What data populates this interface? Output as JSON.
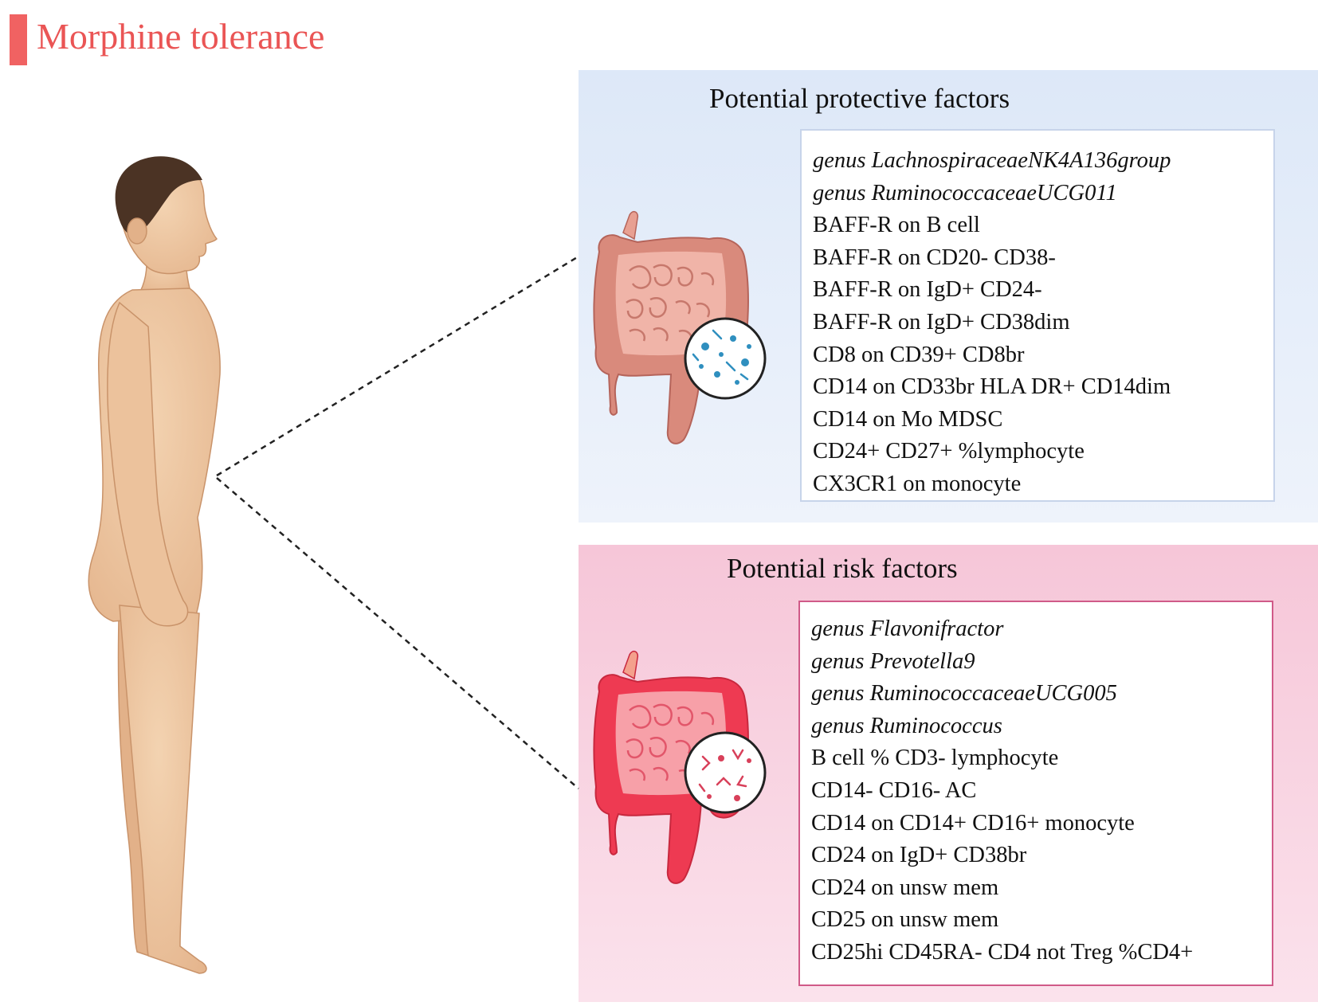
{
  "title": "Morphine tolerance",
  "protective": {
    "heading": "Potential protective factors",
    "items": [
      {
        "text": "genus LachnospiraceaeNK4A136group",
        "italic": true
      },
      {
        "text": "genus RuminococcaceaeUCG011",
        "italic": true
      },
      {
        "text": "BAFF-R on B cell",
        "italic": false
      },
      {
        "text": "BAFF-R on CD20- CD38-",
        "italic": false
      },
      {
        "text": "BAFF-R on IgD+ CD24-",
        "italic": false
      },
      {
        "text": "BAFF-R on IgD+ CD38dim",
        "italic": false
      },
      {
        "text": "CD8 on CD39+ CD8br",
        "italic": false
      },
      {
        "text": "CD14 on CD33br HLA DR+ CD14dim",
        "italic": false
      },
      {
        "text": "CD14 on Mo MDSC",
        "italic": false
      },
      {
        "text": "CD24+ CD27+ %lymphocyte",
        "italic": false
      },
      {
        "text": "CX3CR1 on monocyte",
        "italic": false
      }
    ]
  },
  "risk": {
    "heading": "Potential risk factors",
    "items": [
      {
        "text": "genus Flavonifractor",
        "italic": true
      },
      {
        "text": "genus Prevotella9",
        "italic": true
      },
      {
        "text": "genus RuminococcaceaeUCG005",
        "italic": true
      },
      {
        "text": "genus Ruminococcus",
        "italic": true
      },
      {
        "text": "B cell % CD3- lymphocyte",
        "italic": false
      },
      {
        "text": "CD14- CD16- AC",
        "italic": false
      },
      {
        "text": "CD14 on CD14+ CD16+ monocyte",
        "italic": false
      },
      {
        "text": "CD24 on IgD+ CD38br",
        "italic": false
      },
      {
        "text": "CD24 on unsw mem",
        "italic": false
      },
      {
        "text": "CD25 on unsw mem",
        "italic": false
      },
      {
        "text": "CD25hi CD45RA- CD4 not Treg %CD4+",
        "italic": false
      }
    ]
  },
  "colors": {
    "title": "#ea5555",
    "protective_panel": "#dde8f8",
    "risk_panel": "#f6c6d8",
    "risk_border": "#d05a88",
    "skin": "#efc9a4",
    "healthy_gut": "#d98a7c",
    "inflamed_gut": "#ee3a52"
  }
}
